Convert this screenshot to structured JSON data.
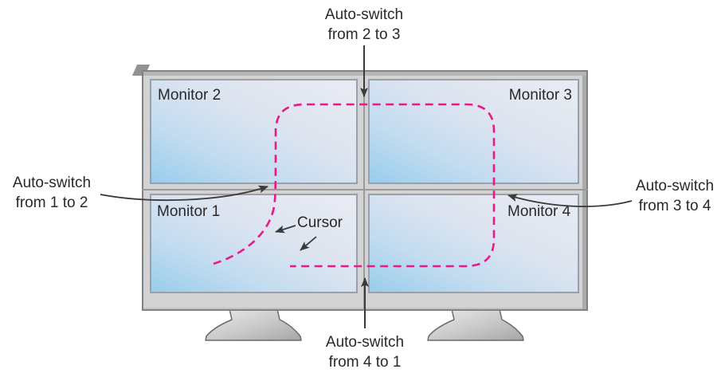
{
  "monitors": [
    {
      "name": "monitor-2",
      "label": "Monitor 2"
    },
    {
      "name": "monitor-3",
      "label": "Monitor 3"
    },
    {
      "name": "monitor-1",
      "label": "Monitor 1"
    },
    {
      "name": "monitor-4",
      "label": "Monitor 4"
    }
  ],
  "annotations": {
    "switch_2_to_3": {
      "line1": "Auto-switch",
      "line2": "from 2 to 3"
    },
    "switch_1_to_2": {
      "line1": "Auto-switch",
      "line2": "from 1 to 2"
    },
    "switch_3_to_4": {
      "line1": "Auto-switch",
      "line2": "from 3 to 4"
    },
    "switch_4_to_1": {
      "line1": "Auto-switch",
      "line2": "from 4 to 1"
    },
    "cursor": {
      "label": "Cursor"
    }
  },
  "colors": {
    "cursor_path": "#ea1889",
    "arrow": "#3a3a3a",
    "text": "#2a292a",
    "frame": "#d3d3d3",
    "screen_blue": "#98cdec",
    "screen_light": "#e9ecf2"
  }
}
